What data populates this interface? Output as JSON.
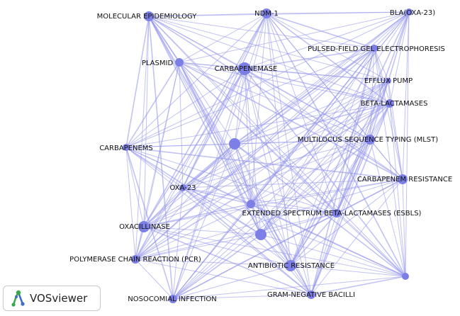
{
  "colors": {
    "node": "#7b7fe6",
    "edge": "#8f92ea",
    "label": "#111111",
    "logo_green": "#3aa84a",
    "logo_blue": "#3d6fc9"
  },
  "nodes": [
    {
      "id": "molecular-epidemiology",
      "label": "MOLECULAR EPIDEMIOLOGY"
    },
    {
      "id": "ndm-1",
      "label": "NDM-1"
    },
    {
      "id": "bla-oxa-23",
      "label": "BLA(OXA-23)"
    },
    {
      "id": "pulsed-field-gel-electrophoresis",
      "label": "PULSED-FIELD GEL ELECTROPHORESIS"
    },
    {
      "id": "plasmid",
      "label": "PLASMID"
    },
    {
      "id": "carbapenemase",
      "label": "CARBAPENEMASE"
    },
    {
      "id": "efflux-pump",
      "label": "EFFLUX PUMP"
    },
    {
      "id": "beta-lactamases",
      "label": "BETA-LACTAMASES"
    },
    {
      "id": "carbapenems",
      "label": "CARBAPENEMS"
    },
    {
      "id": "unlabeled-1",
      "label": ""
    },
    {
      "id": "mlst",
      "label": "MULTILOCUS SEQUENCE TYPING (MLST)"
    },
    {
      "id": "oxa-23",
      "label": "OXA-23"
    },
    {
      "id": "carbapenem-resistance",
      "label": "CARBAPENEM RESISTANCE"
    },
    {
      "id": "unlabeled-2",
      "label": ""
    },
    {
      "id": "esbls",
      "label": "EXTENDED SPECTRUM BETA-LACTAMASES (ESBLS)"
    },
    {
      "id": "oxacillinase",
      "label": "OXACILLINASE"
    },
    {
      "id": "unlabeled-3",
      "label": ""
    },
    {
      "id": "pcr",
      "label": "POLYMERASE CHAIN REACTION (PCR)"
    },
    {
      "id": "antibiotic-resistance",
      "label": "ANTIBIOTIC RESISTANCE"
    },
    {
      "id": "unlabeled-4",
      "label": ""
    },
    {
      "id": "nosocomial-infection",
      "label": "NOSOCOMIAL INFECTION"
    },
    {
      "id": "gram-negative-bacilli",
      "label": "GRAM-NEGATIVE BACILLI"
    }
  ],
  "badge": {
    "text": "VOSviewer"
  }
}
